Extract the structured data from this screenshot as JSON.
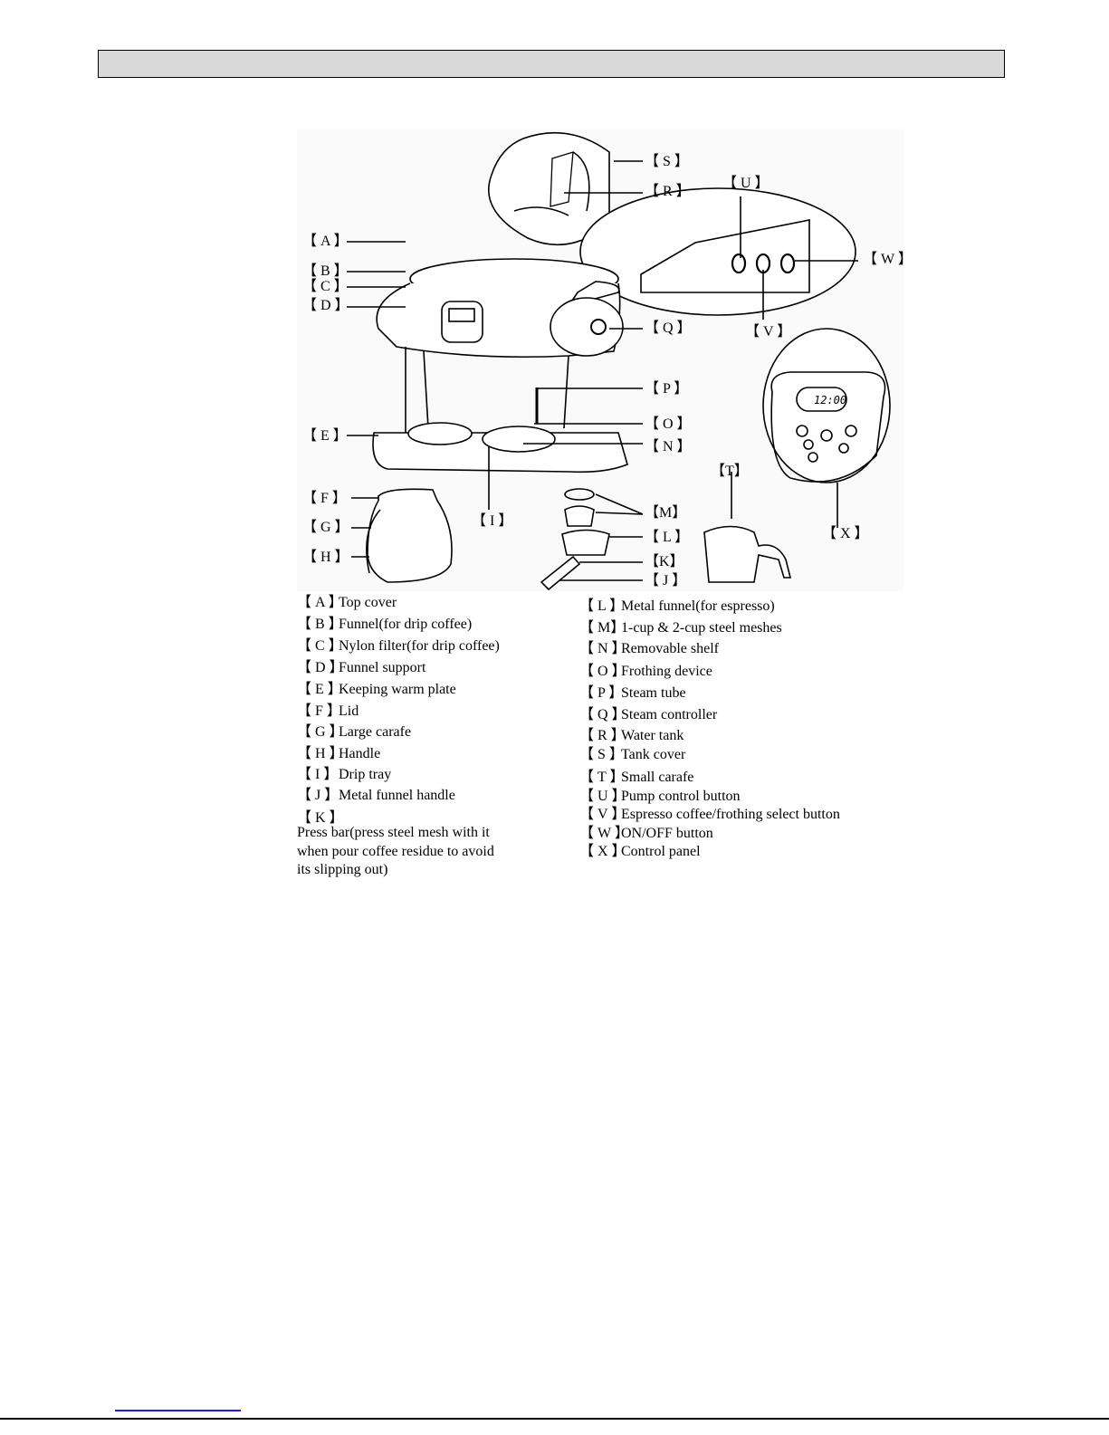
{
  "header_bar_text": "",
  "callouts": {
    "S": "【 S 】",
    "R": "【 R 】",
    "U": "【 U 】",
    "W": "【 W 】",
    "V": "【 V 】",
    "A": "【 A 】",
    "B": "【 B 】",
    "C": "【 C 】",
    "D": "【 D 】",
    "Q": "【 Q 】",
    "P": "【 P 】",
    "O": "【 O 】",
    "N": "【 N 】",
    "E": "【 E 】",
    "T": "【T】",
    "F": "【 F 】",
    "G": "【 G 】",
    "H": "【 H 】",
    "I": "【 I 】",
    "M": "【M】",
    "L": "【 L 】",
    "K": "【K】",
    "J": "【 J 】",
    "X": "【 X 】"
  },
  "control_panel_display": "12:00",
  "legend_left": [
    {
      "key": "【 A 】",
      "text": "Top cover"
    },
    {
      "key": "【 B 】",
      "text": "Funnel(for drip coffee)"
    },
    {
      "key": "【 C 】",
      "text": "Nylon filter(for drip coffee)"
    },
    {
      "key": "【 D 】",
      "text": "Funnel support"
    },
    {
      "key": "【 E 】",
      "text": "Keeping warm plate"
    },
    {
      "key": "【 F 】",
      "text": "Lid"
    },
    {
      "key": "【 G 】",
      "text": "Large carafe"
    },
    {
      "key": "【 H 】",
      "text": "Handle"
    },
    {
      "key": "【 I 】",
      "text": "Drip tray"
    },
    {
      "key": "【 J 】",
      "text": "Metal funnel handle"
    },
    {
      "key": "【 K 】",
      "text": "Press bar(press steel mesh with it when pour coffee residue to avoid its slipping out)"
    }
  ],
  "legend_right": [
    {
      "key": "【 L 】",
      "text": "Metal funnel(for espresso)"
    },
    {
      "key": "【 M】",
      "text": "1-cup & 2-cup steel meshes"
    },
    {
      "key": "【 N 】",
      "text": "Removable shelf"
    },
    {
      "key": "【 O 】",
      "text": "Frothing device"
    },
    {
      "key": "【 P 】",
      "text": "Steam tube"
    },
    {
      "key": "【 Q 】",
      "text": "Steam controller"
    },
    {
      "key": "【 R 】",
      "text": "Water tank"
    },
    {
      "key": "【 S 】",
      "text": "Tank cover"
    },
    {
      "key": "【 T 】",
      "text": "Small carafe"
    },
    {
      "key": "【 U 】",
      "text": "Pump control button"
    },
    {
      "key": "【 V 】",
      "text": "Espresso coffee/frothing select button"
    },
    {
      "key": "【 W 】",
      "text": "ON/OFF button"
    },
    {
      "key": "【 X 】",
      "text": "Control panel"
    }
  ]
}
